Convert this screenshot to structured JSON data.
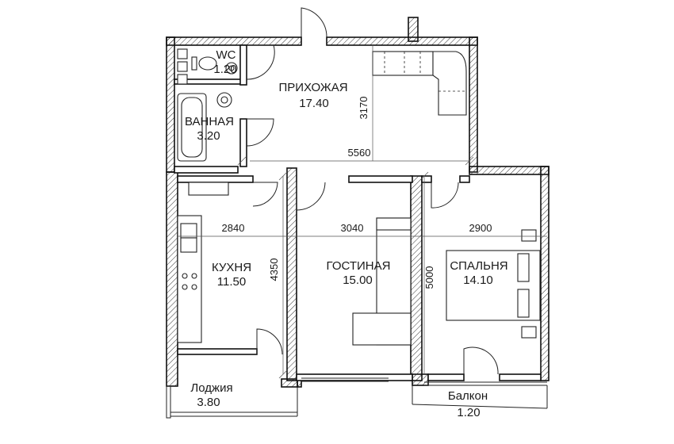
{
  "colors": {
    "wall_stroke": "#111111",
    "background": "#ffffff",
    "text": "#1a1a1a"
  },
  "rooms": {
    "wc": {
      "name": "WC",
      "area": "1.20"
    },
    "bath": {
      "name": "ВАННАЯ",
      "area": "3.20"
    },
    "hall": {
      "name": "ПРИХОЖАЯ",
      "area": "17.40"
    },
    "kitchen": {
      "name": "КУХНЯ",
      "area": "11.50"
    },
    "living": {
      "name": "ГОСТИНАЯ",
      "area": "15.00"
    },
    "bedroom": {
      "name": "СПАЛЬНЯ",
      "area": "14.10"
    },
    "loggia": {
      "name": "Лоджия",
      "area": "3.80"
    },
    "balcony": {
      "name": "Балкон",
      "area": "1.20"
    }
  },
  "dimensions": {
    "hall_depth": "3170",
    "hall_width": "5560",
    "kitchen_width": "2840",
    "kitchen_depth": "4350",
    "living_width": "3040",
    "bedroom_width": "2900",
    "bedroom_depth": "5000"
  }
}
